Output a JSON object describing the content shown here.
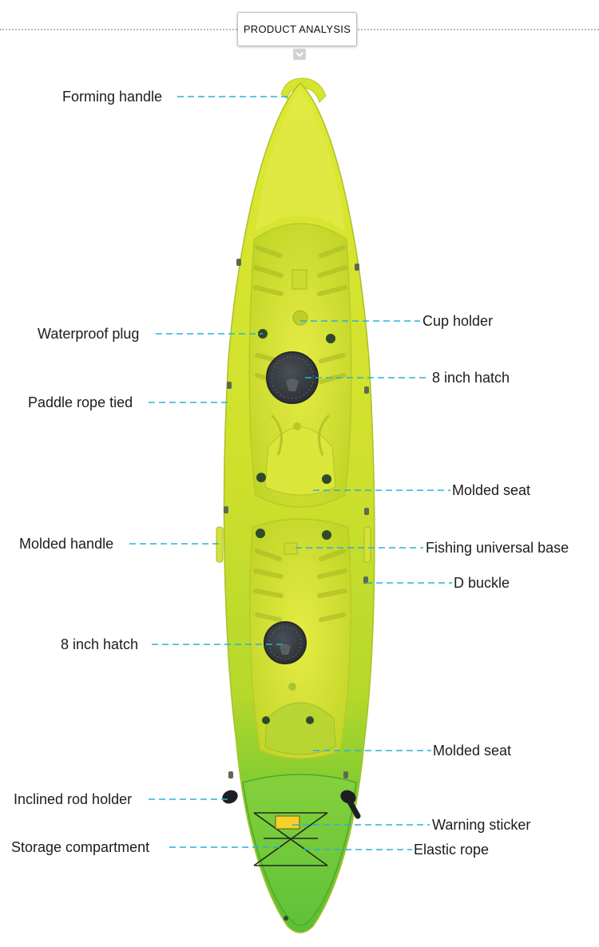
{
  "header": {
    "title": "PRODUCT ANALYSIS",
    "arrow_icon": "chevron-down-icon"
  },
  "colors": {
    "hull_top": "#d8e62e",
    "hull_mid": "#c6dc2a",
    "hull_bottom": "#5fc232",
    "leader_line": "#2ab0d8",
    "hatch": "#3a3f44"
  },
  "callouts": [
    {
      "id": "forming-handle",
      "text": "Forming handle"
    },
    {
      "id": "cup-holder",
      "text": "Cup holder"
    },
    {
      "id": "waterproof-plug",
      "text": "Waterproof plug"
    },
    {
      "id": "hatch-front",
      "text": "8 inch hatch"
    },
    {
      "id": "paddle-rope-tied",
      "text": "Paddle rope tied"
    },
    {
      "id": "molded-seat-front",
      "text": "Molded seat"
    },
    {
      "id": "molded-handle",
      "text": "Molded handle"
    },
    {
      "id": "fishing-universal-base",
      "text": "Fishing universal base"
    },
    {
      "id": "d-buckle",
      "text": "D buckle"
    },
    {
      "id": "hatch-rear",
      "text": "8 inch hatch"
    },
    {
      "id": "molded-seat-rear",
      "text": "Molded seat"
    },
    {
      "id": "inclined-rod-holder",
      "text": "Inclined rod holder"
    },
    {
      "id": "warning-sticker",
      "text": "Warning sticker"
    },
    {
      "id": "storage-compartment",
      "text": "Storage compartment"
    },
    {
      "id": "elastic-rope",
      "text": "Elastic rope"
    }
  ]
}
